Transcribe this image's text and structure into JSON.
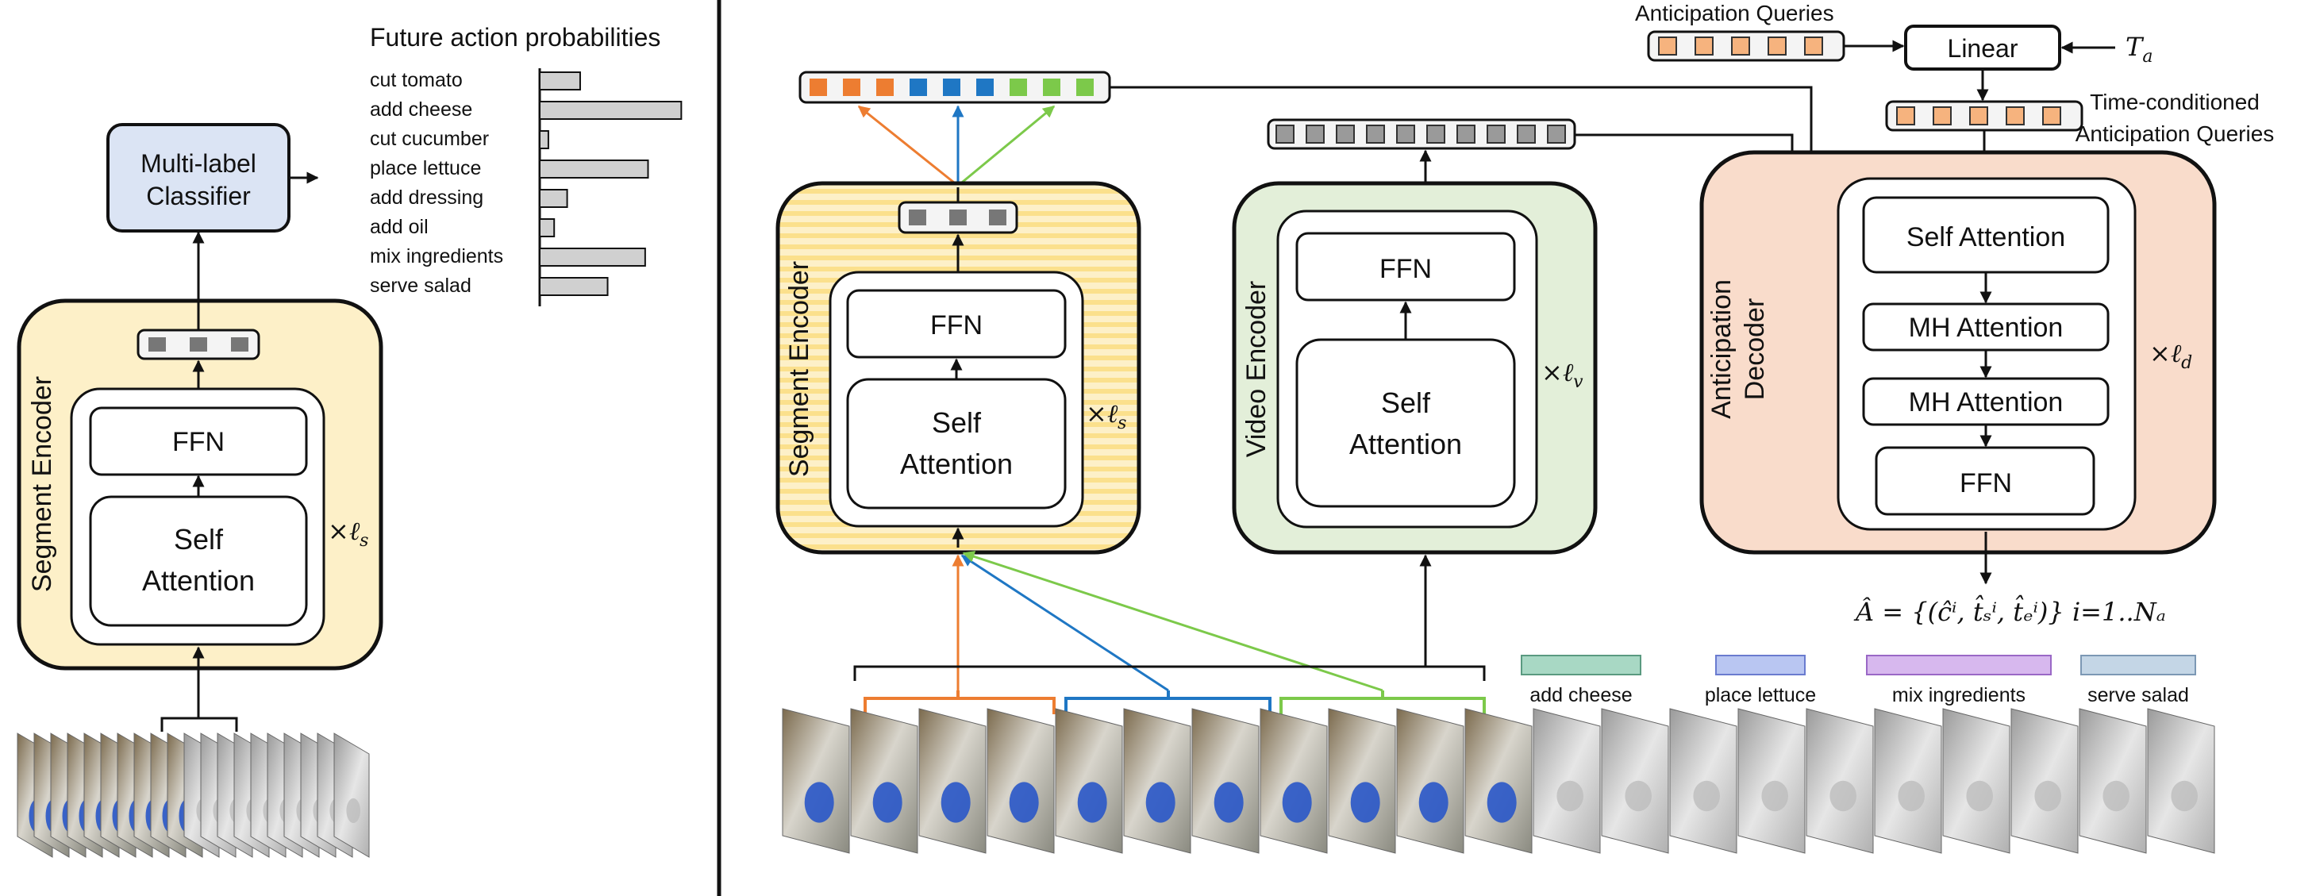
{
  "left_panel": {
    "classifier_label_line1": "Multi-label",
    "classifier_label_line2": "Classifier",
    "encoder_title": "Segment Encoder",
    "ffn_label": "FFN",
    "self_attention_line1": "Self",
    "self_attention_line2": "Attention",
    "repeat_label": "×ℓs",
    "repeat_base": "×ℓ",
    "repeat_sub": "s",
    "future_probs": {
      "title": "Future action probabilities",
      "items": [
        {
          "label": "cut tomato",
          "value": 0.28
        },
        {
          "label": "add cheese",
          "value": 0.98
        },
        {
          "label": "cut cucumber",
          "value": 0.06
        },
        {
          "label": "place lettuce",
          "value": 0.75
        },
        {
          "label": "add dressing",
          "value": 0.19
        },
        {
          "label": "add oil",
          "value": 0.1
        },
        {
          "label": "mix ingredients",
          "value": 0.73
        },
        {
          "label": "serve salad",
          "value": 0.47
        }
      ]
    }
  },
  "right_panel": {
    "segment_encoder_title": "Segment Encoder",
    "segment_ffn_label": "FFN",
    "segment_sa_line1": "Self",
    "segment_sa_line2": "Attention",
    "segment_repeat_base": "×ℓ",
    "segment_repeat_sub": "s",
    "video_encoder_title": "Video Encoder",
    "video_ffn_label": "FFN",
    "video_sa_line1": "Self",
    "video_sa_line2": "Attention",
    "video_repeat_base": "×ℓ",
    "video_repeat_sub": "v",
    "decoder_title_line1": "Anticipation",
    "decoder_title_line2": "Decoder",
    "decoder_self_attention": "Self Attention",
    "decoder_mh_attention_1": "MH Attention",
    "decoder_mh_attention_2": "MH Attention",
    "decoder_ffn": "FFN",
    "decoder_repeat_base": "×ℓ",
    "decoder_repeat_sub": "d",
    "anticipation_queries": "Anticipation Queries",
    "linear_label": "Linear",
    "ta_base": "T",
    "ta_sub": "a",
    "time_conditioned_line1": "Time-conditioned",
    "time_conditioned_line2": "Anticipation Queries",
    "output_formula": "Â = {(ĉⁱ, t̂ₛⁱ, t̂ₑⁱ)} i=1..Nₐ",
    "legend": [
      {
        "label": "add cheese",
        "color": "#a8d8c4",
        "stroke": "#5a9a80"
      },
      {
        "label": "place lettuce",
        "color": "#b9c6f2",
        "stroke": "#6a7bcf"
      },
      {
        "label": "mix ingredients",
        "color": "#d7b8ee",
        "stroke": "#9a68c6"
      },
      {
        "label": "serve salad",
        "color": "#c4d6e6",
        "stroke": "#7c98b4"
      }
    ]
  },
  "colors": {
    "segment_fill": "#fdf0c8",
    "video_fill": "#e3efd9",
    "decoder_fill": "#f9dccb",
    "classifier_fill": "#dbe4f4",
    "orange": "#ed7d31",
    "blue": "#1f77c4",
    "green": "#7cc94a",
    "gray_token": "#777777"
  }
}
